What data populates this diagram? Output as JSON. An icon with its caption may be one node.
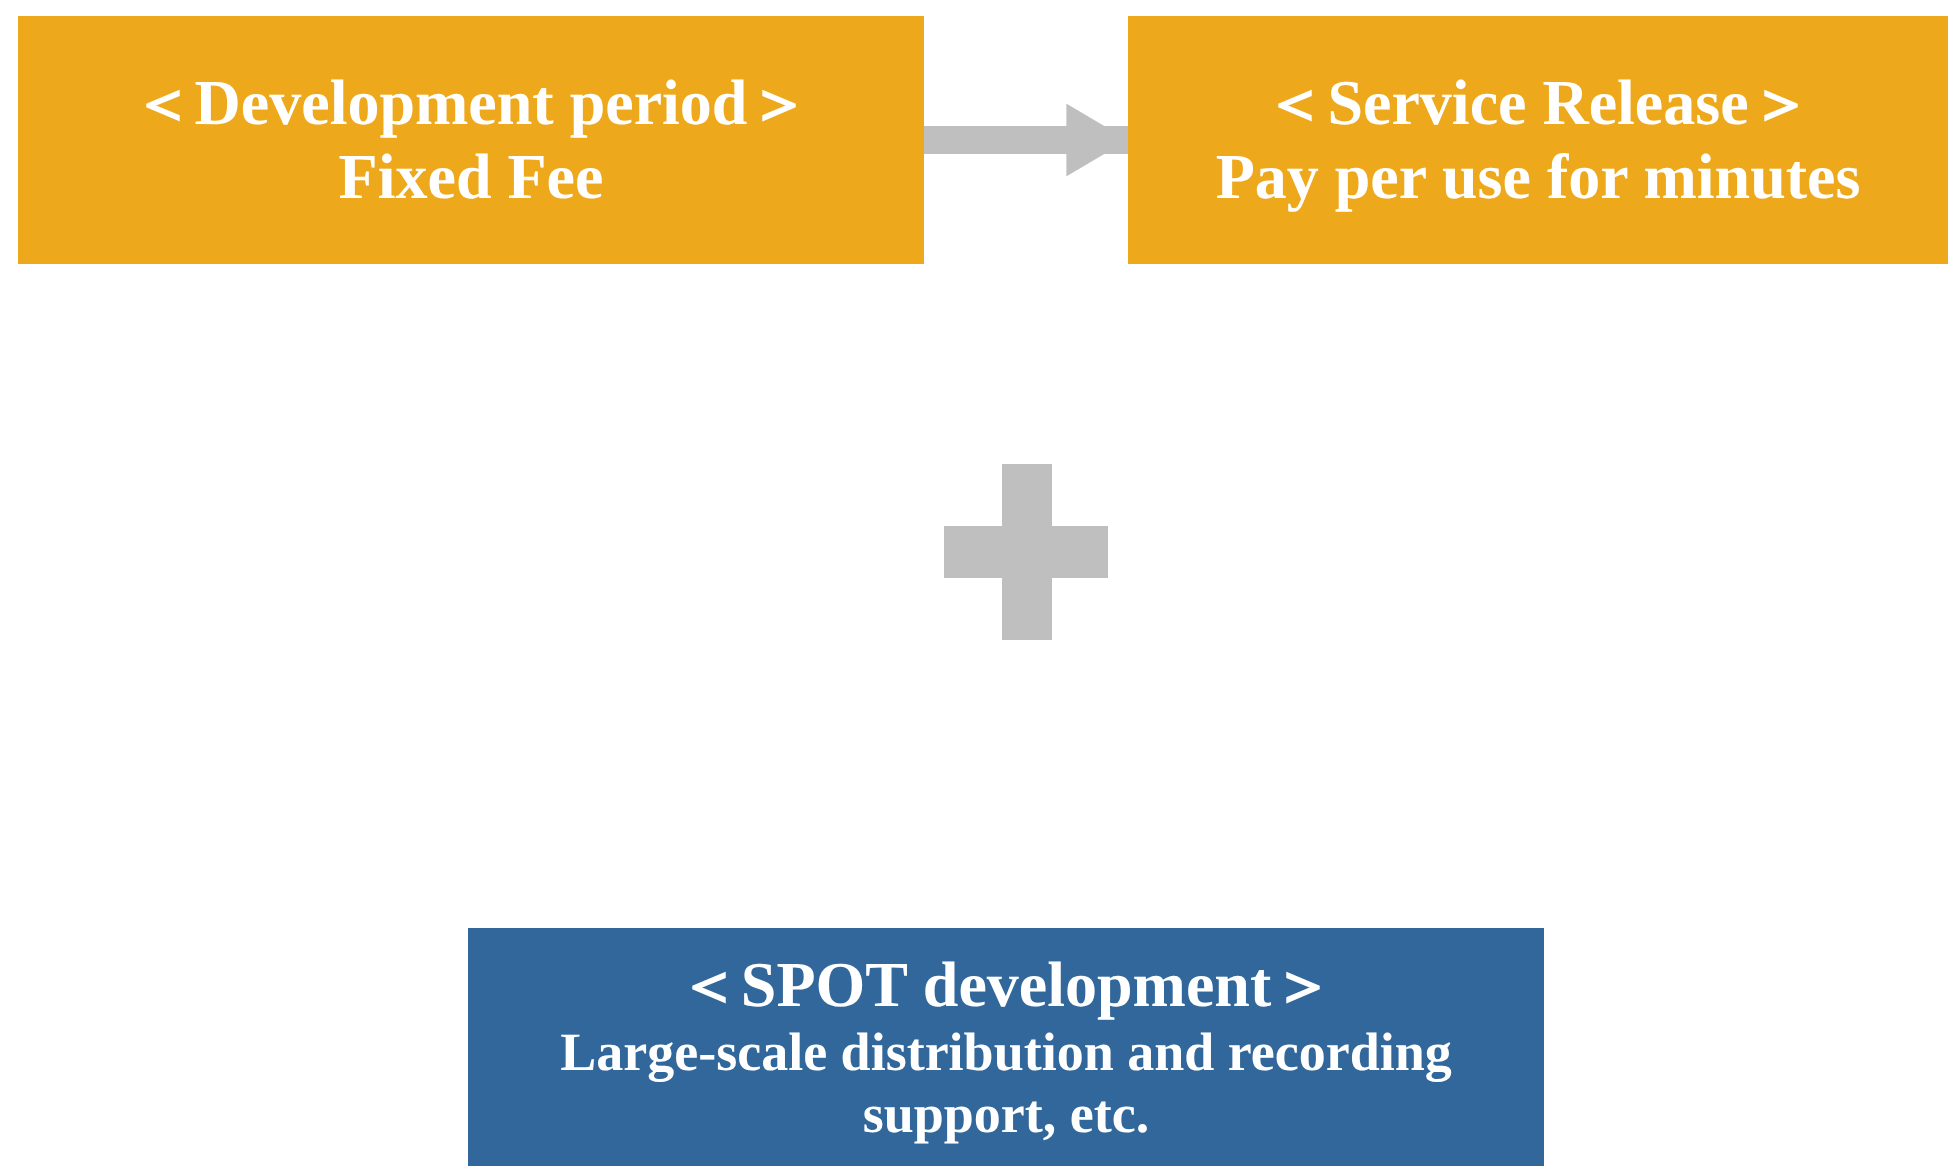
{
  "diagram": {
    "nodes": [
      {
        "text": [
          "＜Development period＞",
          "Fixed Fee"
        ]
      },
      {
        "text": [
          "＜Service Release＞",
          "Pay per use for minutes"
        ]
      },
      {
        "text": [
          "＜SPOT development＞",
          "Large-scale distribution and recording support, etc."
        ]
      }
    ],
    "edges": [
      {
        "from": 0,
        "to": 1,
        "arrow": "to"
      }
    ]
  }
}
